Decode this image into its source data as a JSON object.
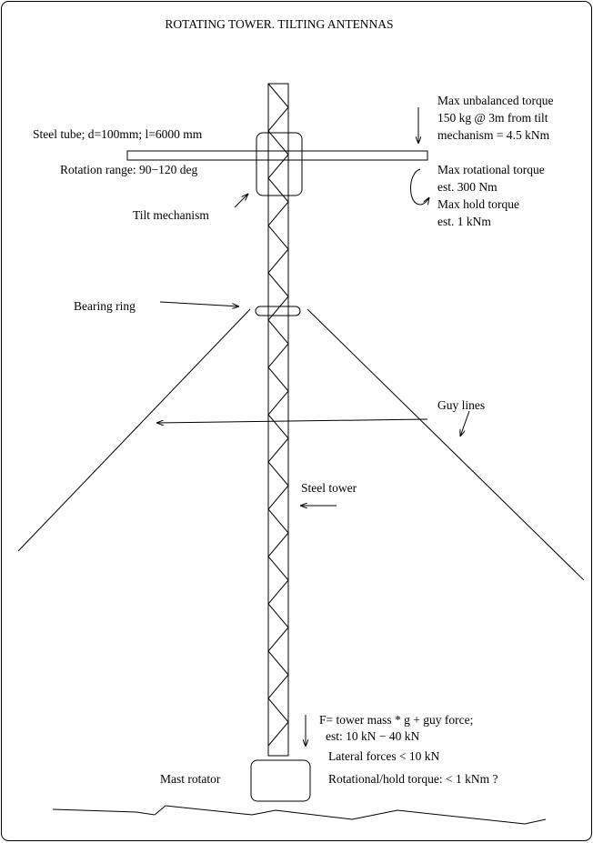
{
  "title": "ROTATING TOWER. TILTING ANTENNAS",
  "labels": {
    "steel_tube": "Steel tube; d=100mm; l=6000 mm",
    "rotation_range": "Rotation range: 90−120 deg",
    "tilt_mechanism": "Tilt mechanism",
    "bearing_ring": "Bearing ring",
    "guy_lines": "Guy lines",
    "steel_tower": "Steel tower",
    "mast_rotator": "Mast rotator"
  },
  "torque_notes": [
    "Max unbalanced torque",
    "150 kg @ 3m from tilt",
    "mechanism =  4.5 kNm"
  ],
  "rotation_notes": [
    "Max rotational torque",
    "est. 300 Nm",
    "Max hold torque",
    "est.  1 kNm"
  ],
  "base_notes": [
    "F= tower mass * g + guy force;",
    "est: 10 kN − 40 kN",
    "Lateral forces < 10 kN",
    "Rotational/hold torque: < 1 kNm  ?"
  ]
}
